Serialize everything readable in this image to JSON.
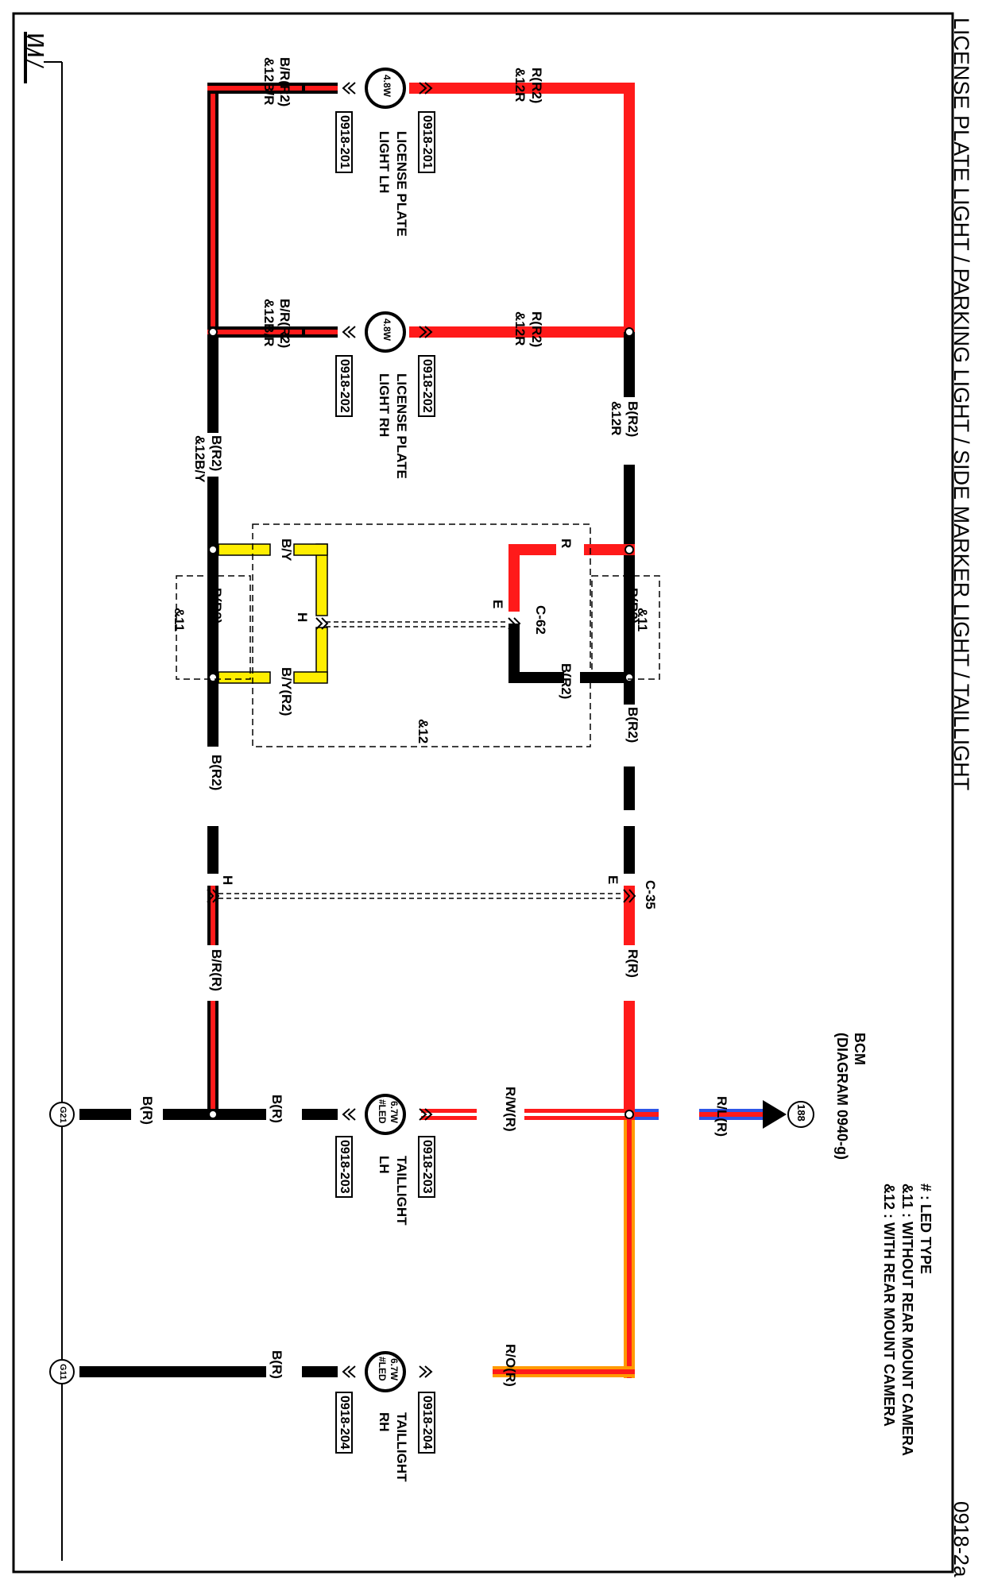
{
  "title": "LICENSE PLATE LIGHT / PARKING LIGHT / SIDE MARKER LIGHT / TAILLIGHT",
  "diagram_id": "0918-2a",
  "notes": [
    "# : LED TYPE",
    "&11 : WITHOUT REAR MOUNT CAMERA",
    "&12 : WITH REAR MOUNT CAMERA"
  ],
  "bcm": {
    "label": "BCM",
    "ref": "(DIAGRAM 0940-g)",
    "pin": "188",
    "wire": "R/L(R)"
  },
  "colors": {
    "red": "#ff1a1a",
    "black": "#000000",
    "yellow": "#ffee00",
    "orange": "#ff9a00",
    "blue": "#2e56e8",
    "white": "#ffffff"
  },
  "lamps": [
    {
      "id": "lic_lh",
      "watt": "4.8W",
      "led": "",
      "name1": "LICENSE PLATE",
      "name2": "LIGHT LH",
      "conn_a": "0918-201",
      "conn_b": "0918-201",
      "left_wire": "B/R(R2)",
      "left_wire2": "&12B/R",
      "right_wire": "R(R2)",
      "right_wire2": "&12R"
    },
    {
      "id": "lic_rh",
      "watt": "4.8W",
      "led": "",
      "name1": "LICENSE PLATE",
      "name2": "LIGHT RH",
      "conn_a": "0918-202",
      "conn_b": "0918-202",
      "left_wire": "B/R(R2)",
      "left_wire2": "&12B/R",
      "right_wire": "R(R2)",
      "right_wire2": "&12R"
    },
    {
      "id": "tail_lh",
      "watt": "6.7W",
      "led": "#LED",
      "name1": "TAILLIGHT",
      "name2": "LH",
      "conn_a": "0918-203",
      "conn_b": "0918-203",
      "left_wire": "B(R)",
      "left_wire2": "",
      "right_wire": "R/W(R)",
      "right_wire2": ""
    },
    {
      "id": "tail_rh",
      "watt": "6.7W",
      "led": "#LED",
      "name1": "TAILLIGHT",
      "name2": "RH",
      "conn_a": "0918-204",
      "conn_b": "0918-204",
      "left_wire": "B(R)",
      "left_wire2": "",
      "right_wire": "R/O(R)",
      "right_wire2": ""
    }
  ],
  "wire_labels": {
    "b_r2_12by": "B(R2)",
    "b_r2_12by_2": "&12B/Y",
    "b_r2_12r": "B(R2)",
    "b_r2_12r_2": "&12R",
    "by": "B/Y",
    "by_r2": "B/Y(R2)",
    "r": "R",
    "b_r2_c62": "B(R2)",
    "b_r2_left_mid": "B(R2)",
    "b_r2_right_mid": "B(R2)",
    "b_r2_left_low": "B(R2)",
    "b_r2_right_low": "B(R2)",
    "br_r": "B/R(R)",
    "r_r": "R(R)",
    "b_r_g21": "B(R)"
  },
  "connectors": {
    "c62": "C-62",
    "c62_left_pin": "H",
    "c62_right_pin": "E",
    "c35": "C-35",
    "c35_left_pin": "H",
    "c35_right_pin": "E"
  },
  "options": {
    "amp11": "&11",
    "amp12": "&12"
  },
  "grounds": [
    "G21",
    "G11"
  ],
  "ground_symbol": "777"
}
